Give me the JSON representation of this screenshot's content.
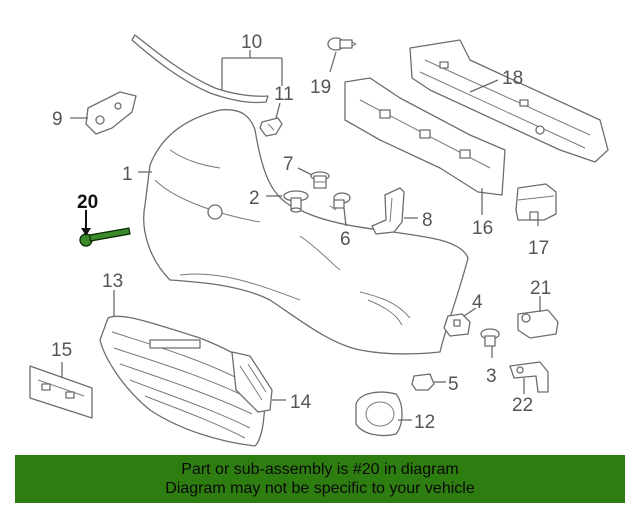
{
  "callouts": {
    "c1": "1",
    "c2": "2",
    "c3": "3",
    "c4": "4",
    "c5": "5",
    "c6": "6",
    "c7": "7",
    "c8": "8",
    "c9": "9",
    "c10": "10",
    "c11": "11",
    "c12": "12",
    "c13": "13",
    "c14": "14",
    "c15": "15",
    "c16": "16",
    "c17": "17",
    "c18": "18",
    "c19": "19",
    "c20": "20",
    "c21": "21",
    "c22": "22"
  },
  "highlighted_part": "20",
  "banner": {
    "line1": "Part or sub-assembly is #20 in diagram",
    "line2": "Diagram may not be specific to your vehicle"
  },
  "colors": {
    "banner_bg": "#2e7d10",
    "highlight_part": "#3a8a2a",
    "line_art": "#6d6d6d"
  }
}
